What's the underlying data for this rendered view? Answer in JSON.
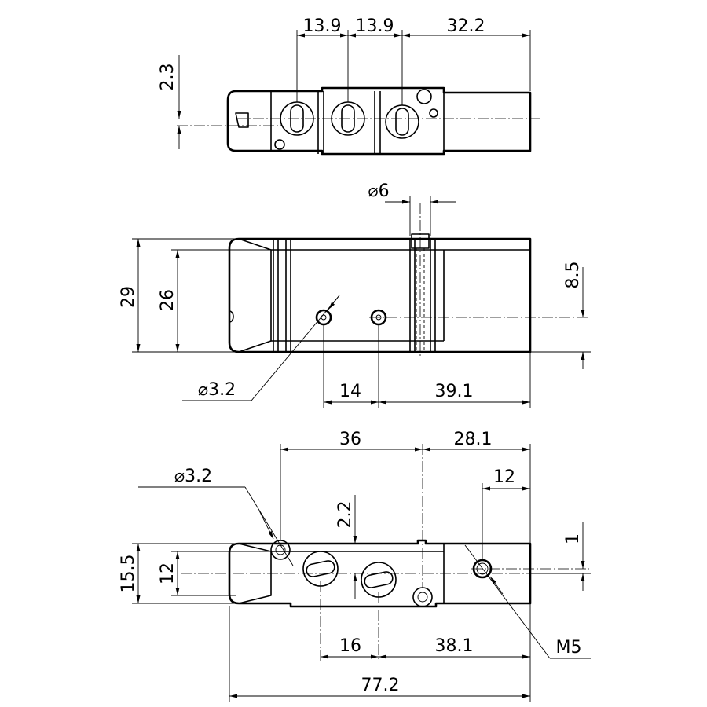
{
  "top_view": {
    "dim_pitch_1": "13.9",
    "dim_pitch_2": "13.9",
    "dim_right": "32.2",
    "dim_offset": "2.3"
  },
  "side_view": {
    "dim_hole_dia": "⌀6",
    "dim_total_height": "29",
    "dim_inner_height": "26",
    "dim_hole_height": "8.5",
    "dim_mount_dia": "⌀3.2",
    "dim_hole_spacing": "14",
    "dim_hole_to_end": "39.1"
  },
  "bottom_view": {
    "dim_mount_dia": "⌀3.2",
    "dim_mount_to_port": "36",
    "dim_port_to_end": "28.1",
    "dim_m5_to_end": "12",
    "dim_offset": "2.2",
    "dim_height": "15.5",
    "dim_inner": "12",
    "dim_m5_offset": "1",
    "dim_port_pitch": "16",
    "dim_port_to_end_2": "38.1",
    "thread_label": "M5",
    "dim_total_length": "77.2"
  }
}
